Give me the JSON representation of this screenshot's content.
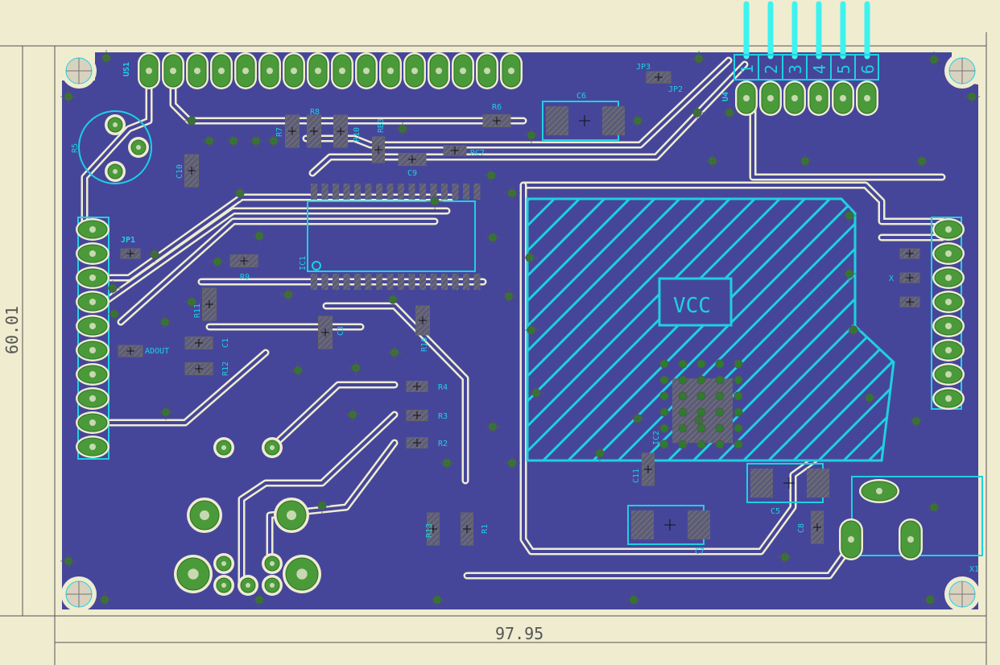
{
  "dimensions": {
    "height": "60.01",
    "width": "97.95"
  },
  "labels": {
    "us1": "US1",
    "r5": "R5",
    "c10": "C10",
    "r7": "R7",
    "r8": "R8",
    "r10": "R10",
    "rb3": "RB3",
    "c9": "C9",
    "rc7": "RC7",
    "r6": "R6",
    "c6": "C6",
    "jp3": "JP3",
    "jp2": "JP2",
    "u4": "U4",
    "jp1": "JP1",
    "r9": "R9",
    "ic1": "IC1",
    "r11": "R11",
    "c1": "C1",
    "r12": "R12",
    "adout": "ADOUT",
    "c3": "C3",
    "r16": "R16",
    "r4": "R4",
    "r3": "R3",
    "r2": "R2",
    "ic2": "IC2",
    "c11": "C11",
    "c5": "C5",
    "c7": "C7",
    "c8": "C8",
    "r13": "R13",
    "r1": "R1",
    "x1": "X1",
    "x": "X",
    "vcc": "VCC"
  },
  "u4_pins": [
    "1",
    "2",
    "3",
    "4",
    "5",
    "6"
  ],
  "colors": {
    "board": "#45469a",
    "background": "#efecd0",
    "silk": "#1fd0e0",
    "pad": "#4a9a3a"
  }
}
